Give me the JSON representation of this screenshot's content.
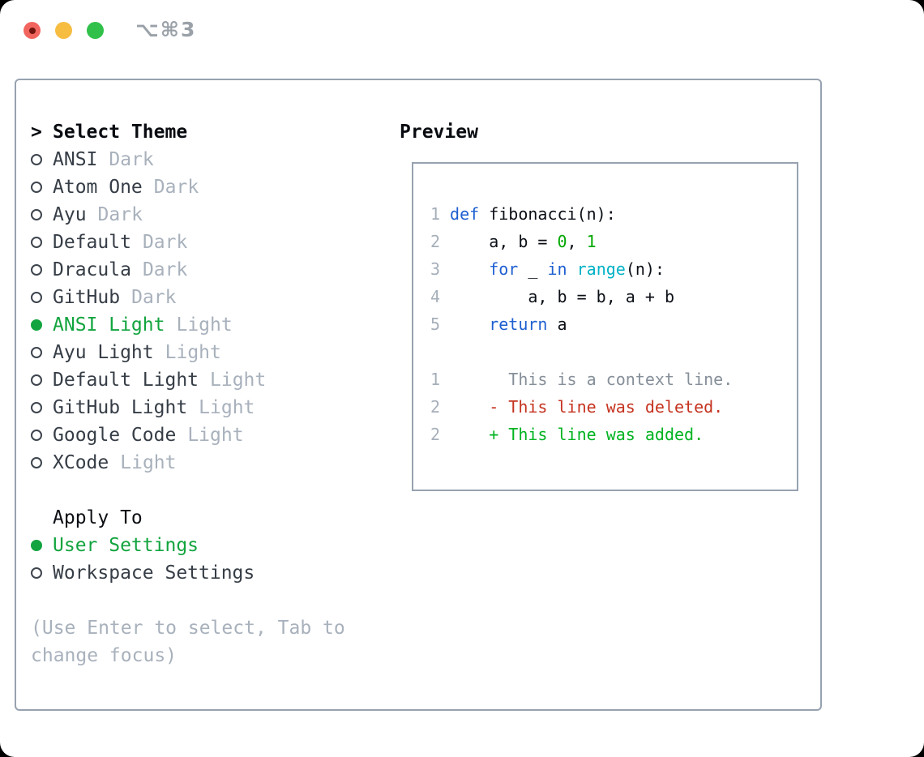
{
  "titlebar": {
    "title": "⌥⌘3"
  },
  "theme_list": {
    "caret": ">",
    "header": "Select Theme",
    "items": [
      {
        "name": "ANSI",
        "variant": "Dark",
        "selected": false
      },
      {
        "name": "Atom One",
        "variant": "Dark",
        "selected": false
      },
      {
        "name": "Ayu",
        "variant": "Dark",
        "selected": false
      },
      {
        "name": "Default",
        "variant": "Dark",
        "selected": false
      },
      {
        "name": "Dracula",
        "variant": "Dark",
        "selected": false
      },
      {
        "name": "GitHub",
        "variant": "Dark",
        "selected": false
      },
      {
        "name": "ANSI Light",
        "variant": "Light",
        "selected": true
      },
      {
        "name": "Ayu Light",
        "variant": "Light",
        "selected": false
      },
      {
        "name": "Default Light",
        "variant": "Light",
        "selected": false
      },
      {
        "name": "GitHub Light",
        "variant": "Light",
        "selected": false
      },
      {
        "name": "Google Code",
        "variant": "Light",
        "selected": false
      },
      {
        "name": "XCode",
        "variant": "Light",
        "selected": false
      }
    ]
  },
  "apply_to": {
    "header": "Apply To",
    "options": [
      {
        "label": "User Settings",
        "selected": true
      },
      {
        "label": "Workspace Settings",
        "selected": false
      }
    ]
  },
  "help_lines": [
    "(Use Enter to select, Tab to",
    "change focus)"
  ],
  "preview": {
    "title": "Preview",
    "lines": [
      {
        "num": "1",
        "segments": [
          {
            "t": "def",
            "c": "keyword"
          },
          {
            "t": " fibonacci(n):",
            "c": "plain"
          }
        ]
      },
      {
        "num": "2",
        "segments": [
          {
            "t": "    a, b = ",
            "c": "plain"
          },
          {
            "t": "0",
            "c": "number"
          },
          {
            "t": ", ",
            "c": "plain"
          },
          {
            "t": "1",
            "c": "number"
          }
        ]
      },
      {
        "num": "3",
        "segments": [
          {
            "t": "    ",
            "c": "plain"
          },
          {
            "t": "for",
            "c": "keyword"
          },
          {
            "t": " _ ",
            "c": "plain"
          },
          {
            "t": "in",
            "c": "keyword"
          },
          {
            "t": " ",
            "c": "plain"
          },
          {
            "t": "range",
            "c": "builtin"
          },
          {
            "t": "(n):",
            "c": "plain"
          }
        ]
      },
      {
        "num": "4",
        "segments": [
          {
            "t": "        a, b = b, a + b",
            "c": "plain"
          }
        ]
      },
      {
        "num": "5",
        "segments": [
          {
            "t": "    ",
            "c": "plain"
          },
          {
            "t": "return",
            "c": "keyword"
          },
          {
            "t": " a",
            "c": "plain"
          }
        ]
      },
      {
        "num": "",
        "segments": []
      },
      {
        "num": "1",
        "segments": [
          {
            "t": "      This is a context line.",
            "c": "context"
          }
        ]
      },
      {
        "num": "2",
        "segments": [
          {
            "t": "    - This line was deleted.",
            "c": "deleted"
          }
        ]
      },
      {
        "num": "2",
        "segments": [
          {
            "t": "    + This line was added.",
            "c": "added"
          }
        ]
      }
    ]
  },
  "colors": {
    "accent_green": "#12a43e",
    "keyword_blue": "#1e5fd0",
    "builtin_cyan": "#00b2c6",
    "number_green": "#00a800",
    "deleted_red": "#c5331f",
    "added_green": "#00b321",
    "muted_gray": "#a8b1bc",
    "panel_border_gray": "#97a2b0",
    "traffic_red": "#f2655f",
    "traffic_yellow": "#f6bd41",
    "traffic_green": "#31c14b"
  }
}
